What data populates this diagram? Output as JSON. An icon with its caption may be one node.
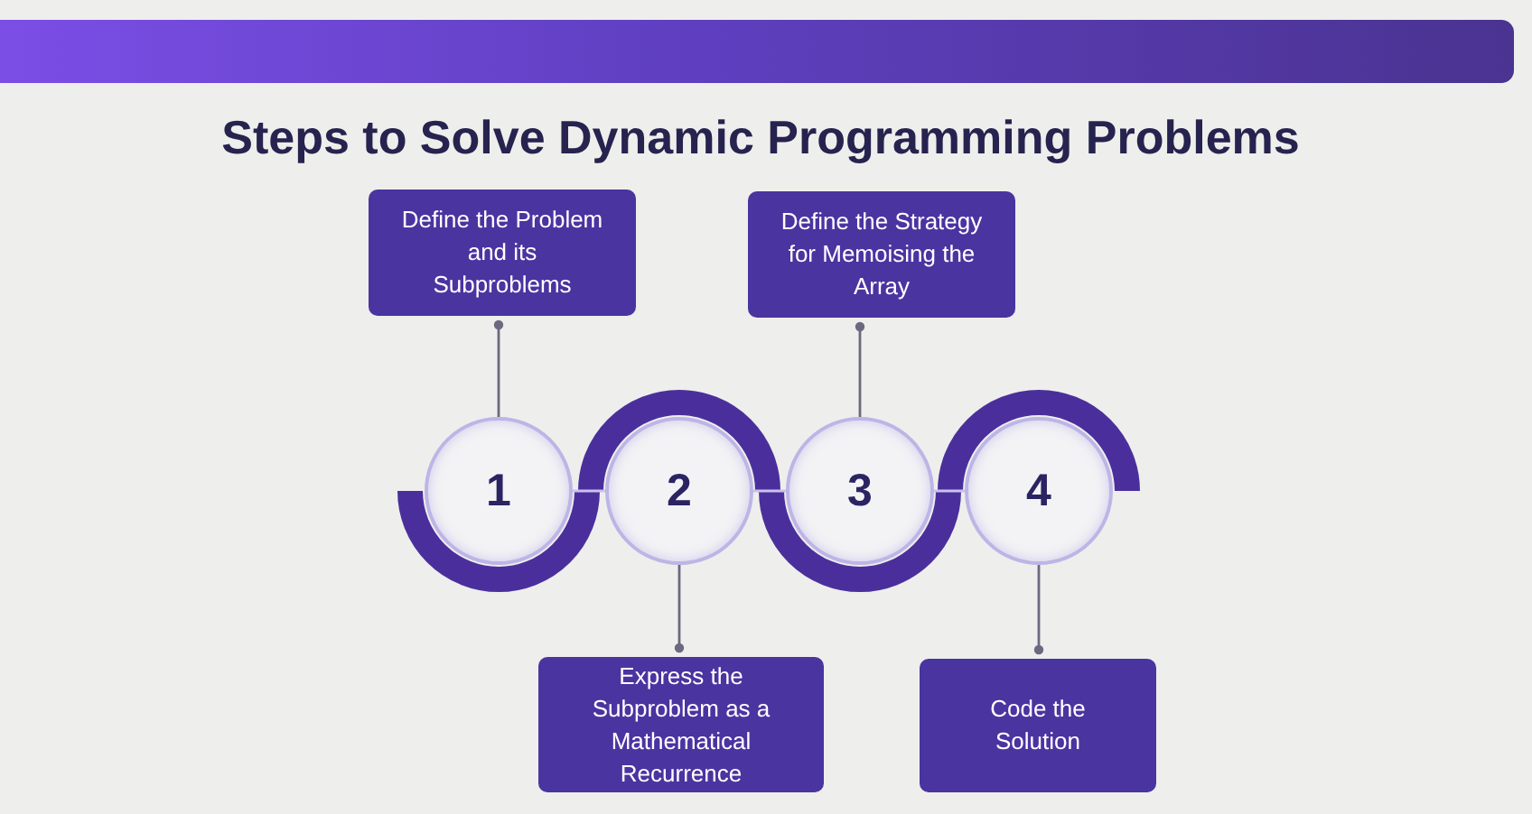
{
  "diagram": {
    "title": "Steps to Solve Dynamic Programming Problems",
    "nodes": [
      {
        "text": [
          "Define the Problem and its Subproblems"
        ]
      },
      {
        "text": [
          "Define the Strategy for Memoising the Array"
        ]
      },
      {
        "text": [
          "1"
        ]
      },
      {
        "text": [
          "2"
        ]
      },
      {
        "text": [
          "3"
        ]
      },
      {
        "text": [
          "4"
        ]
      },
      {
        "text": [
          "Express the Subproblem as a Mathematical Recurrence"
        ]
      },
      {
        "text": [
          "Code the Solution"
        ]
      }
    ],
    "edges": [
      {
        "from": 2,
        "to": 0,
        "arrow": "other"
      },
      {
        "from": 4,
        "to": 1,
        "arrow": "other"
      },
      {
        "from": 2,
        "to": 3,
        "arrow": "none",
        "color": "#c9c2ee"
      },
      {
        "from": 3,
        "to": 4,
        "arrow": "none",
        "color": "#c9c2ee"
      },
      {
        "from": 4,
        "to": 5,
        "arrow": "none",
        "color": "#c9c2ee"
      },
      {
        "from": 3,
        "to": 6,
        "arrow": "other"
      },
      {
        "from": 5,
        "to": 7,
        "arrow": "other"
      }
    ]
  }
}
